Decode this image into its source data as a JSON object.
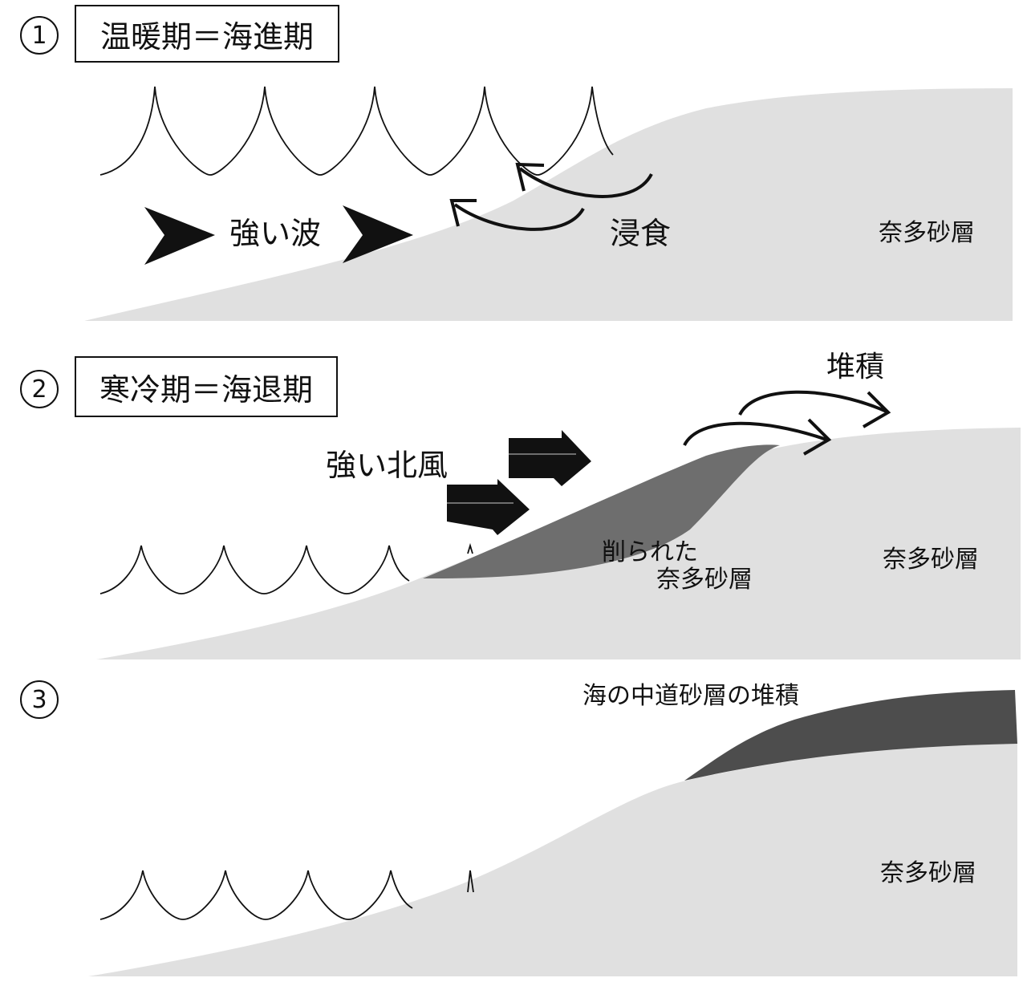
{
  "panel1": {
    "number": "1",
    "title": "温暖期＝海進期",
    "wave_label": "強い波",
    "erosion_label": "浸食",
    "layer_label": "奈多砂層"
  },
  "panel2": {
    "number": "2",
    "title": "寒冷期＝海退期",
    "wind_label": "強い北風",
    "deposition_label": "堆積",
    "eroded_label_line1": "削られた",
    "eroded_label_line2": "奈多砂層",
    "layer_label": "奈多砂層"
  },
  "panel3": {
    "number": "3",
    "deposit_label": "海の中道砂層の堆積",
    "layer_label": "奈多砂層"
  },
  "colors": {
    "ground": "#e0e0e0",
    "eroded_layer": "#6e6e6e",
    "new_layer": "#4d4d4d",
    "ink": "#111111"
  }
}
